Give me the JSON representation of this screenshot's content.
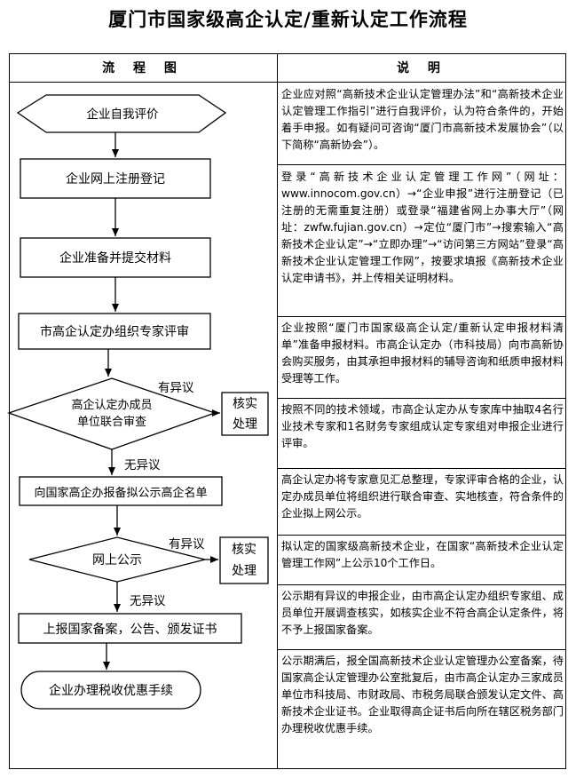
{
  "title": "厦门市国家级高企认定/重新认定工作流程",
  "header": {
    "flow_col": "流 程 图",
    "desc_col": "说 明"
  },
  "flow": {
    "step1": "企业自我评价",
    "step2": "企业网上注册登记",
    "step3": "企业准备并提交材料",
    "step4": "市高企认定办组织专家评审",
    "step5_line1": "高企认定办成员",
    "step5_line2": "单位联合审查",
    "objection1": "有异议",
    "verify1_line1": "核实",
    "verify1_line2": "处理",
    "no_objection1": "无异议",
    "step6": "向国家高企办报备拟公示高企名单",
    "step7": "网上公示",
    "objection2": "有异议",
    "verify2_line1": "核实",
    "verify2_line2": "处理",
    "no_objection2": "无异议",
    "step8": "上报国家备案，公告、颁发证书",
    "step9": "企业办理税收优惠手续"
  },
  "descriptions": [
    "企业应对照“高新技术企业认定管理办法”和“高新技术企业认定管理工作指引”进行自我评价，认为符合条件的，开始着手申报。如有疑问可咨询“厦门市高新技术发展协会”（以下简称“高新协会”）。",
    "登录“高新技术企业认定管理工作网”（网址：www.innocom.gov.cn）→“企业申报”进行注册登记（已注册的无需重复注册）或登录“福建省网上办事大厅”（网址：zwfw.fujian.gov.cn）→定位“厦门市”→搜索输入“高新技术企业认定”→“立即办理”→“访问第三方网站”登录“高新技术企业认定管理工作网”，按要求填报《高新技术企业认定申请书》，并上传相关证明材料。",
    "企业按照“厦门市国家级高企认定/重新认定申报材料清单”准备申报材料。市高企认定办（市科技局）向市高新协会购买服务，由其承担申报材料的辅导咨询和纸质申报材料受理等工作。",
    "按照不同的技术领域，市高企认定办从专家库中抽取4名行业技术专家和1名财务专家组成认定专家组对申报企业进行评审。",
    "高企认定办将专家意见汇总整理，专家评审合格的企业，认定办成员单位将组织进行联合审查、实地核查，符合条件的企业拟上网公示。",
    "拟认定的国家级高新技术企业，在国家“高新技术企业认定管理工作网”上公示10个工作日。",
    "公示期有异议的申报企业，由市高企认定办组织专家组、成员单位开展调查核实，如核实企业不符合高企认定条件，将不予上报国家备案。",
    "公示期满后，报全国高新技术企业认定管理办公室备案，待国家高企认定管理办公室批复后，由市高企认定办三家成员单位市科技局、市财政局、市税务局联合颁发认定文件、高新技术企业证书。企业取得高企证书后向所在辖区税务部门办理税收优惠手续。"
  ]
}
